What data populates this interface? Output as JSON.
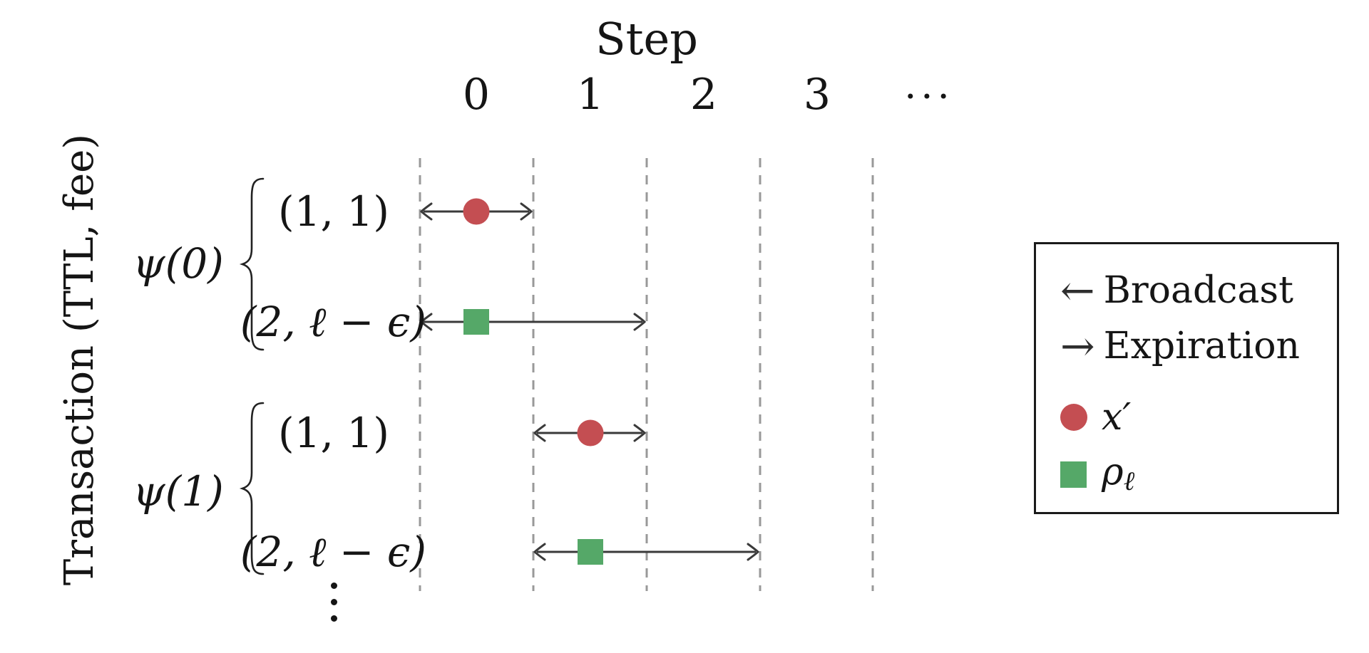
{
  "axis": {
    "title": "Step",
    "ticks": [
      "0",
      "1",
      "2",
      "3",
      "···"
    ]
  },
  "y_axis": {
    "label": "Transaction (TTL, fee)"
  },
  "groups": [
    {
      "label": "ψ(0)",
      "rows": [
        {
          "label": "(1, 1)"
        },
        {
          "label": "(2, ℓ − ϵ)"
        }
      ]
    },
    {
      "label": "ψ(1)",
      "rows": [
        {
          "label": "(1, 1)"
        },
        {
          "label": "(2, ℓ − ϵ)"
        }
      ]
    }
  ],
  "legend": {
    "items": [
      {
        "glyph": "←",
        "label": "Broadcast"
      },
      {
        "glyph": "→",
        "label": "Expiration"
      },
      {
        "marker": "circle",
        "label": "x′"
      },
      {
        "marker": "square",
        "label": "ρ",
        "sub": "ℓ"
      }
    ]
  },
  "colors": {
    "red": "#c44e52",
    "green": "#55a868",
    "line": "#3a3a3a",
    "grid": "#999999"
  },
  "chart_data": {
    "type": "scatter",
    "title": "Step",
    "xlabel": "Step",
    "ylabel": "Transaction (TTL, fee)",
    "x_tick_labels": [
      "0",
      "1",
      "2",
      "3",
      "⋯"
    ],
    "x_gridlines_dashed": [
      -0.5,
      0.5,
      1.5,
      2.5,
      3.5
    ],
    "legend_entries": [
      {
        "symbol": "left-arrow",
        "meaning": "Broadcast"
      },
      {
        "symbol": "right-arrow",
        "meaning": "Expiration"
      },
      {
        "symbol": "red-circle",
        "meaning": "x′"
      },
      {
        "symbol": "green-square",
        "meaning": "ρℓ"
      }
    ],
    "series": [
      {
        "group": "ψ(0)",
        "ttl_fee": "(1, 1)",
        "marker": "circle",
        "color": "#c44e52",
        "x": 0,
        "broadcast_x": -0.5,
        "expiration_x": 0.5
      },
      {
        "group": "ψ(0)",
        "ttl_fee": "(2, ℓ − ϵ)",
        "marker": "square",
        "color": "#55a868",
        "x": 0,
        "broadcast_x": -0.5,
        "expiration_x": 1.5
      },
      {
        "group": "ψ(1)",
        "ttl_fee": "(1, 1)",
        "marker": "circle",
        "color": "#c44e52",
        "x": 1,
        "broadcast_x": 0.5,
        "expiration_x": 1.5
      },
      {
        "group": "ψ(1)",
        "ttl_fee": "(2, ℓ − ϵ)",
        "marker": "square",
        "color": "#55a868",
        "x": 1,
        "broadcast_x": 0.5,
        "expiration_x": 2.5
      }
    ],
    "continuation": "⋮ (pattern repeats for ψ(2), ψ(3), …)"
  }
}
